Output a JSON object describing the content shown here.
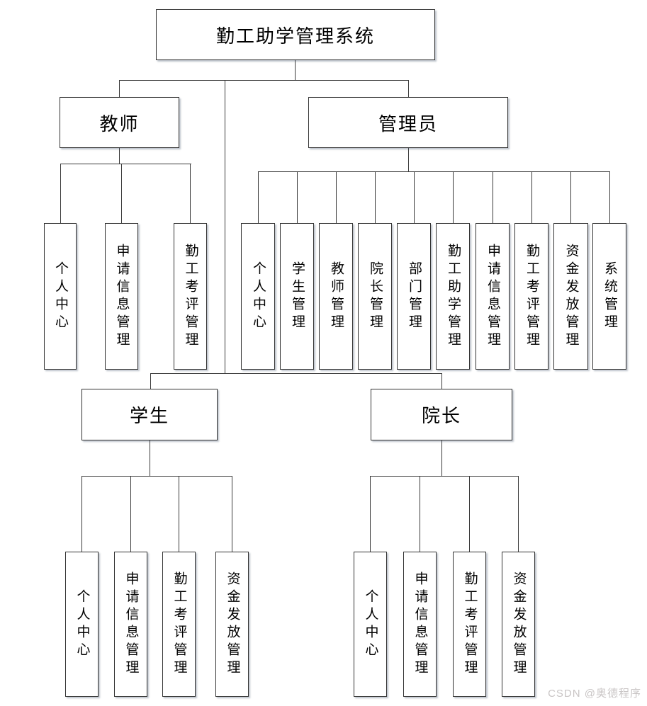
{
  "diagram": {
    "root": {
      "label": "勤工助学管理系统"
    },
    "level2": {
      "teacher": {
        "label": "教师"
      },
      "admin": {
        "label": "管理员"
      },
      "student": {
        "label": "学生"
      },
      "dean": {
        "label": "院长"
      }
    },
    "teacher_children": [
      "个人中心",
      "申请信息管理",
      "勤工考评管理"
    ],
    "admin_children": [
      "个人中心",
      "学生管理",
      "教师管理",
      "院长管理",
      "部门管理",
      "勤工助学管理",
      "申请信息管理",
      "勤工考评管理",
      "资金发放管理",
      "系统管理"
    ],
    "student_children": [
      "个人中心",
      "申请信息管理",
      "勤工考评管理",
      "资金发放管理"
    ],
    "dean_children": [
      "个人中心",
      "申请信息管理",
      "勤工考评管理",
      "资金发放管理"
    ]
  },
  "watermark": {
    "text": "CSDN @奥德程序"
  },
  "colors": {
    "background": "#ffffff",
    "box_fill": "#ffffff",
    "box_border": "#333333",
    "line": "#3a3a3a",
    "text": "#000000",
    "watermark": "#c9c5c5"
  }
}
